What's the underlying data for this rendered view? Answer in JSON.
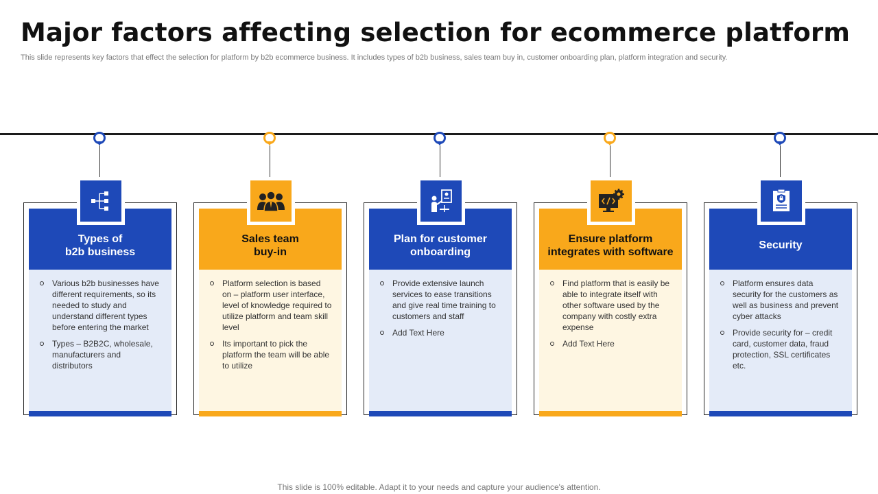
{
  "header": {
    "title": "Major factors affecting selection for ecommerce platform",
    "subtitle": "This slide represents key factors that effect the selection for platform by b2b ecommerce business. It includes types of b2b business, sales team buy in, customer onboarding plan, platform integration and security."
  },
  "colors": {
    "blue": "#1e49b8",
    "yellow": "#f9a81b",
    "light_blue": "#e4ebf8",
    "light_yellow": "#fef6e2"
  },
  "cards": [
    {
      "title": "Types of\nb2b business",
      "icon": "hierarchy-icon",
      "bullets": [
        "Various b2b businesses have different requirements, so its needed to study and understand different types before entering the market",
        "Types – B2B2C, wholesale, manufacturers and distributors"
      ]
    },
    {
      "title": "Sales team\nbuy-in",
      "icon": "team-icon",
      "bullets": [
        "Platform selection is based on – platform user interface, level of knowledge required to utilize platform and team skill level",
        "Its important to pick the platform the team will be able to utilize"
      ]
    },
    {
      "title": "Plan for customer\nonboarding",
      "icon": "onboarding-icon",
      "bullets": [
        "Provide extensive launch services to ease transitions and give real time training to customers and staff",
        "Add Text Here"
      ]
    },
    {
      "title": "Ensure platform\nintegrates with software",
      "icon": "code-gear-icon",
      "bullets": [
        "Find platform that is easily be able to integrate itself with other software used by the company with costly extra expense",
        "Add Text Here"
      ]
    },
    {
      "title": "Security",
      "icon": "security-document-icon",
      "bullets": [
        "Platform ensures data security for the customers as well as business and prevent cyber attacks",
        "Provide security for – credit card, customer data, fraud protection, SSL certificates etc."
      ]
    }
  ],
  "footer": {
    "text": "This slide is 100% editable. Adapt it to your needs and capture your audience's attention."
  }
}
